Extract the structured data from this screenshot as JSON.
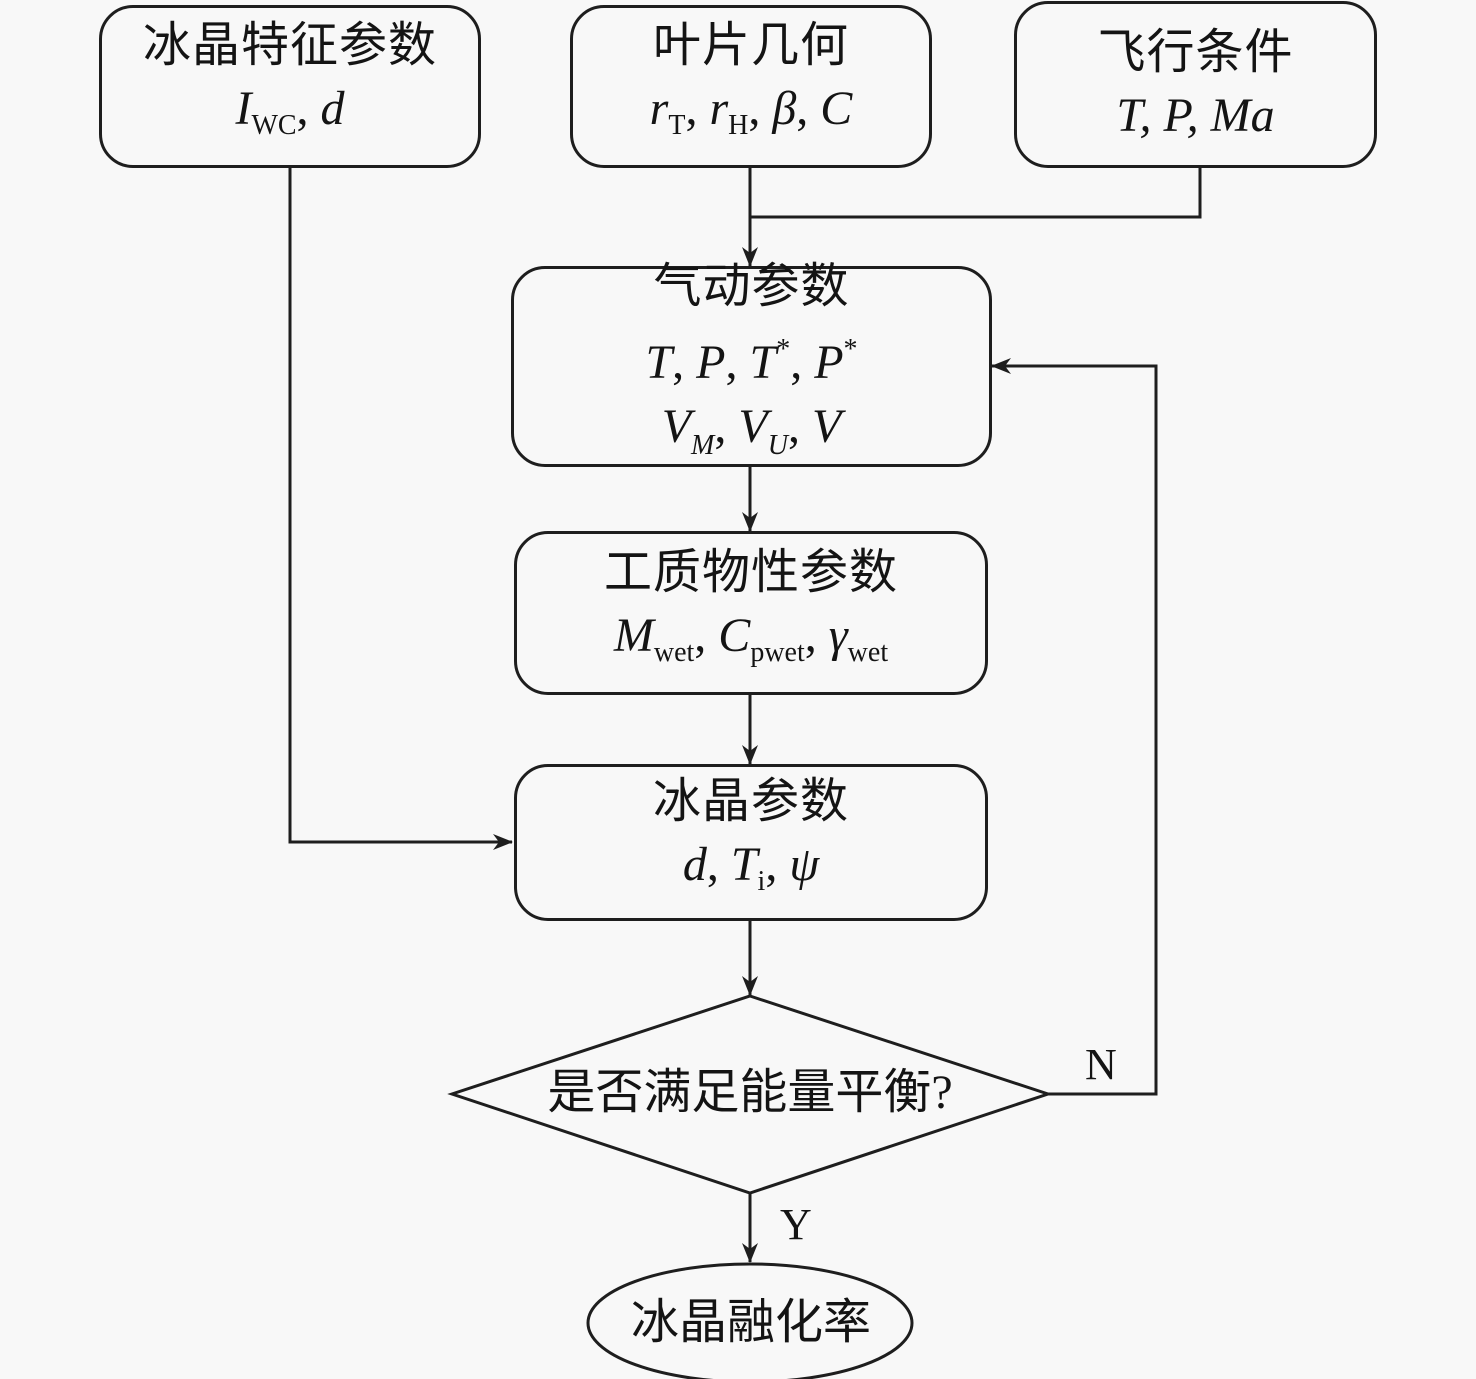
{
  "diagram": {
    "type": "flowchart",
    "nodes": {
      "ice_features": {
        "title": "冰晶特征参数",
        "vars": {
          "I": "I",
          "I_sub": "WC",
          "sep": ", ",
          "d": "d"
        }
      },
      "blade_geometry": {
        "title": "叶片几何",
        "vars": {
          "r1": "r",
          "r1_sub": "T",
          "sep1": ", ",
          "r2": "r",
          "r2_sub": "H",
          "sep2": ", ",
          "beta": "β",
          "sep3": ", ",
          "C": "C"
        }
      },
      "flight_conditions": {
        "title": "飞行条件",
        "vars": "T, P, Ma"
      },
      "aero_params": {
        "title": "气动参数",
        "line1": {
          "T": "T",
          "sep1": ", ",
          "P": "P",
          "sep2": ", ",
          "Ts": "T",
          "Ts_sup": "*",
          "sep3": ", ",
          "Ps": "P",
          "Ps_sup": "*"
        },
        "line2": {
          "V1": "V",
          "V1_sub": "M",
          "sep1": ", ",
          "V2": "V",
          "V2_sub": "U",
          "sep2": ", ",
          "V3": "V"
        }
      },
      "working_fluid": {
        "title": "工质物性参数",
        "vars": {
          "M": "M",
          "M_sub": "wet",
          "sep1": ", ",
          "C": "C",
          "C_sub": "pwet",
          "sep2": ", ",
          "g": "γ",
          "g_sub": "wet"
        }
      },
      "ice_params": {
        "title": "冰晶参数",
        "vars": {
          "d": "d",
          "sep1": ", ",
          "T": "T",
          "T_sub": "i",
          "sep2": ", ",
          "psi": "ψ"
        }
      },
      "decision": {
        "title": "是否满足能量平衡?"
      },
      "result": {
        "title": "冰晶融化率"
      }
    },
    "edges": [
      {
        "from": "ice_features",
        "to": "ice_params",
        "label": ""
      },
      {
        "from": "blade_geometry",
        "to": "aero_params",
        "label": ""
      },
      {
        "from": "flight_conditions",
        "to": "aero_params",
        "label": ""
      },
      {
        "from": "aero_params",
        "to": "working_fluid",
        "label": ""
      },
      {
        "from": "working_fluid",
        "to": "ice_params",
        "label": ""
      },
      {
        "from": "ice_params",
        "to": "decision",
        "label": ""
      },
      {
        "from": "decision",
        "to": "aero_params",
        "label": "N"
      },
      {
        "from": "decision",
        "to": "result",
        "label": "Y"
      }
    ],
    "labels": {
      "no": "N",
      "yes": "Y"
    },
    "colors": {
      "stroke": "#1e1e1e",
      "background": "#f8f8f8",
      "text": "#141414"
    }
  }
}
